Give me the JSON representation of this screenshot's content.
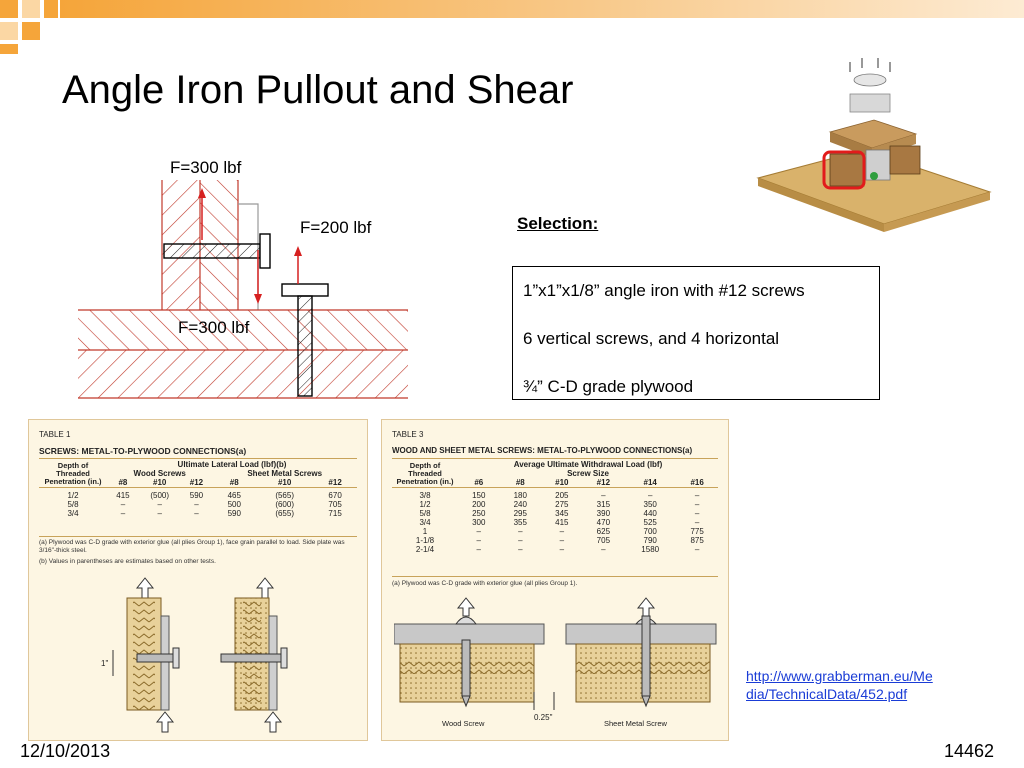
{
  "slide": {
    "title": "Angle Iron Pullout and Shear",
    "date": "12/10/2013",
    "page_number": "14462",
    "link_line1": "http://www.grabberman.eu/Me",
    "link_line2": "dia/TechnicalData/452.pdf"
  },
  "diagram": {
    "force_top": "F=300 lbf",
    "force_mid": "F=200 lbf",
    "force_bottom": "F=300 lbf"
  },
  "selection": {
    "heading": "Selection:",
    "items": [
      "1”x1”x1/8” angle iron with #12 screws",
      "6 vertical screws, and 4 horizontal",
      "¾” C-D grade plywood"
    ]
  },
  "table1": {
    "label": "TABLE 1",
    "title": "SCREWS: METAL-TO-PLYWOOD CONNECTIONS(a)",
    "group_header": "Ultimate Lateral Load (lbf)(b)",
    "subgroup1": "Wood Screws",
    "subgroup2": "Sheet Metal Screws",
    "depth_header": "Depth of Threaded Penetration (in.)",
    "columns": [
      "#8",
      "#10",
      "#12",
      "#8",
      "#10",
      "#12"
    ],
    "rows": [
      [
        "1/2",
        "415",
        "(500)",
        "590",
        "465",
        "(565)",
        "670"
      ],
      [
        "5/8",
        "–",
        "–",
        "–",
        "500",
        "(600)",
        "705"
      ],
      [
        "3/4",
        "–",
        "–",
        "–",
        "590",
        "(655)",
        "715"
      ]
    ],
    "note_a": "(a) Plywood was C-D grade with exterior glue (all plies Group 1), face grain parallel to load. Side plate was 3/16\"-thick steel.",
    "note_b": "(b) Values in parentheses are estimates based on other tests.",
    "dim_label": "1\""
  },
  "table3": {
    "label": "TABLE 3",
    "title": "WOOD AND SHEET METAL SCREWS: METAL-TO-PLYWOOD CONNECTIONS(a)",
    "group_header": "Average Ultimate Withdrawal Load (lbf)",
    "subgroup": "Screw Size",
    "depth_header": "Depth of Threaded Penetration (in.)",
    "columns": [
      "#6",
      "#8",
      "#10",
      "#12",
      "#14",
      "#16"
    ],
    "rows": [
      [
        "3/8",
        "150",
        "180",
        "205",
        "–",
        "–",
        "–"
      ],
      [
        "1/2",
        "200",
        "240",
        "275",
        "315",
        "350",
        "–"
      ],
      [
        "5/8",
        "250",
        "295",
        "345",
        "390",
        "440",
        "–"
      ],
      [
        "3/4",
        "300",
        "355",
        "415",
        "470",
        "525",
        "–"
      ],
      [
        "1",
        "–",
        "–",
        "–",
        "625",
        "700",
        "775"
      ],
      [
        "1-1/8",
        "–",
        "–",
        "–",
        "705",
        "790",
        "875"
      ],
      [
        "2-1/4",
        "–",
        "–",
        "–",
        "–",
        "1580",
        "–"
      ]
    ],
    "note_a": "(a) Plywood was C-D grade with exterior glue (all plies Group 1).",
    "dim_label": "0.25\"",
    "caption_wood": "Wood Screw",
    "caption_metal": "Sheet Metal Screw"
  },
  "colors": {
    "accent_orange": "#f5a53a",
    "hatch_red": "#c0392b",
    "arrow_red": "#d62020",
    "link_blue": "#1a3cd6",
    "panel_bg": "#fdf6e3"
  }
}
